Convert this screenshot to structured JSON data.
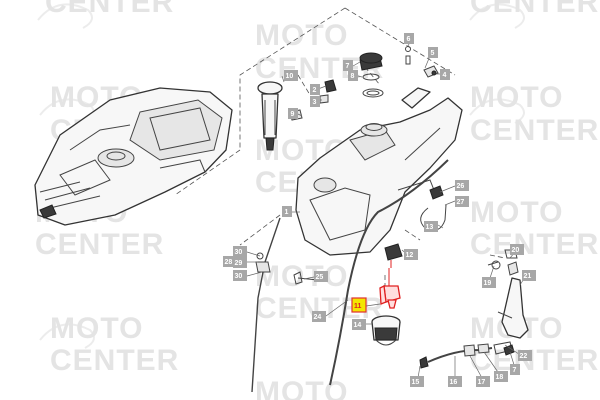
{
  "watermark": {
    "line1": "MOTO",
    "line2": "CENTER"
  },
  "callouts": [
    {
      "id": "c1",
      "label": "1"
    },
    {
      "id": "c2",
      "label": "2"
    },
    {
      "id": "c3",
      "label": "3"
    },
    {
      "id": "c4",
      "label": "4"
    },
    {
      "id": "c5",
      "label": "5"
    },
    {
      "id": "c6",
      "label": "6"
    },
    {
      "id": "c7a",
      "label": "7"
    },
    {
      "id": "c8",
      "label": "8"
    },
    {
      "id": "c9",
      "label": "9"
    },
    {
      "id": "c10",
      "label": "10"
    },
    {
      "id": "c11",
      "label": "11"
    },
    {
      "id": "c12",
      "label": "12"
    },
    {
      "id": "c13",
      "label": "13"
    },
    {
      "id": "c14",
      "label": "14"
    },
    {
      "id": "c15",
      "label": "15"
    },
    {
      "id": "c16",
      "label": "16"
    },
    {
      "id": "c17b",
      "label": "17"
    },
    {
      "id": "c18",
      "label": "18"
    },
    {
      "id": "c19",
      "label": "19"
    },
    {
      "id": "c20",
      "label": "20"
    },
    {
      "id": "c21",
      "label": "21"
    },
    {
      "id": "c22",
      "label": "22"
    },
    {
      "id": "c24",
      "label": "24"
    },
    {
      "id": "c25",
      "label": "25"
    },
    {
      "id": "c26",
      "label": "26"
    },
    {
      "id": "c27",
      "label": "27"
    },
    {
      "id": "c28",
      "label": "28"
    },
    {
      "id": "c29",
      "label": "29"
    },
    {
      "id": "c30a",
      "label": "30"
    },
    {
      "id": "c30b",
      "label": "30"
    },
    {
      "id": "c7b",
      "label": "7"
    }
  ],
  "highlighted": {
    "label": "11",
    "color": "#e02020",
    "box_color": "#f2e600"
  }
}
